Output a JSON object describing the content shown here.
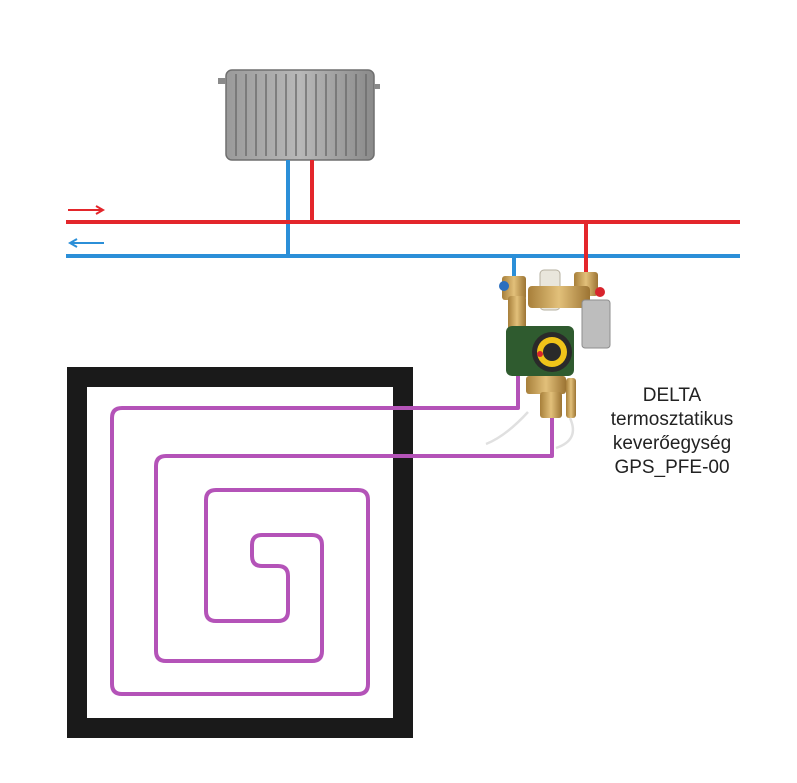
{
  "label": {
    "line1": "DELTA",
    "line2": "termosztatikus",
    "line3": "keverőegység",
    "line4": "GPS_PFE-00"
  },
  "colors": {
    "supply_pipe": "#e3262b",
    "return_pipe": "#2b8fd8",
    "floor_loop": "#b453b8",
    "floor_frame": "#1a1a1a",
    "radiator": "#8f8f8f",
    "brass": "#c9a25a",
    "pump_green": "#2f5b2f",
    "pump_yellow": "#f0c419",
    "text": "#222222"
  },
  "icons": {
    "supply_flow": "arrow-right-icon",
    "return_flow": "arrow-left-icon",
    "radiator": "radiator-icon",
    "mixing_unit": "mixing-unit-icon"
  }
}
